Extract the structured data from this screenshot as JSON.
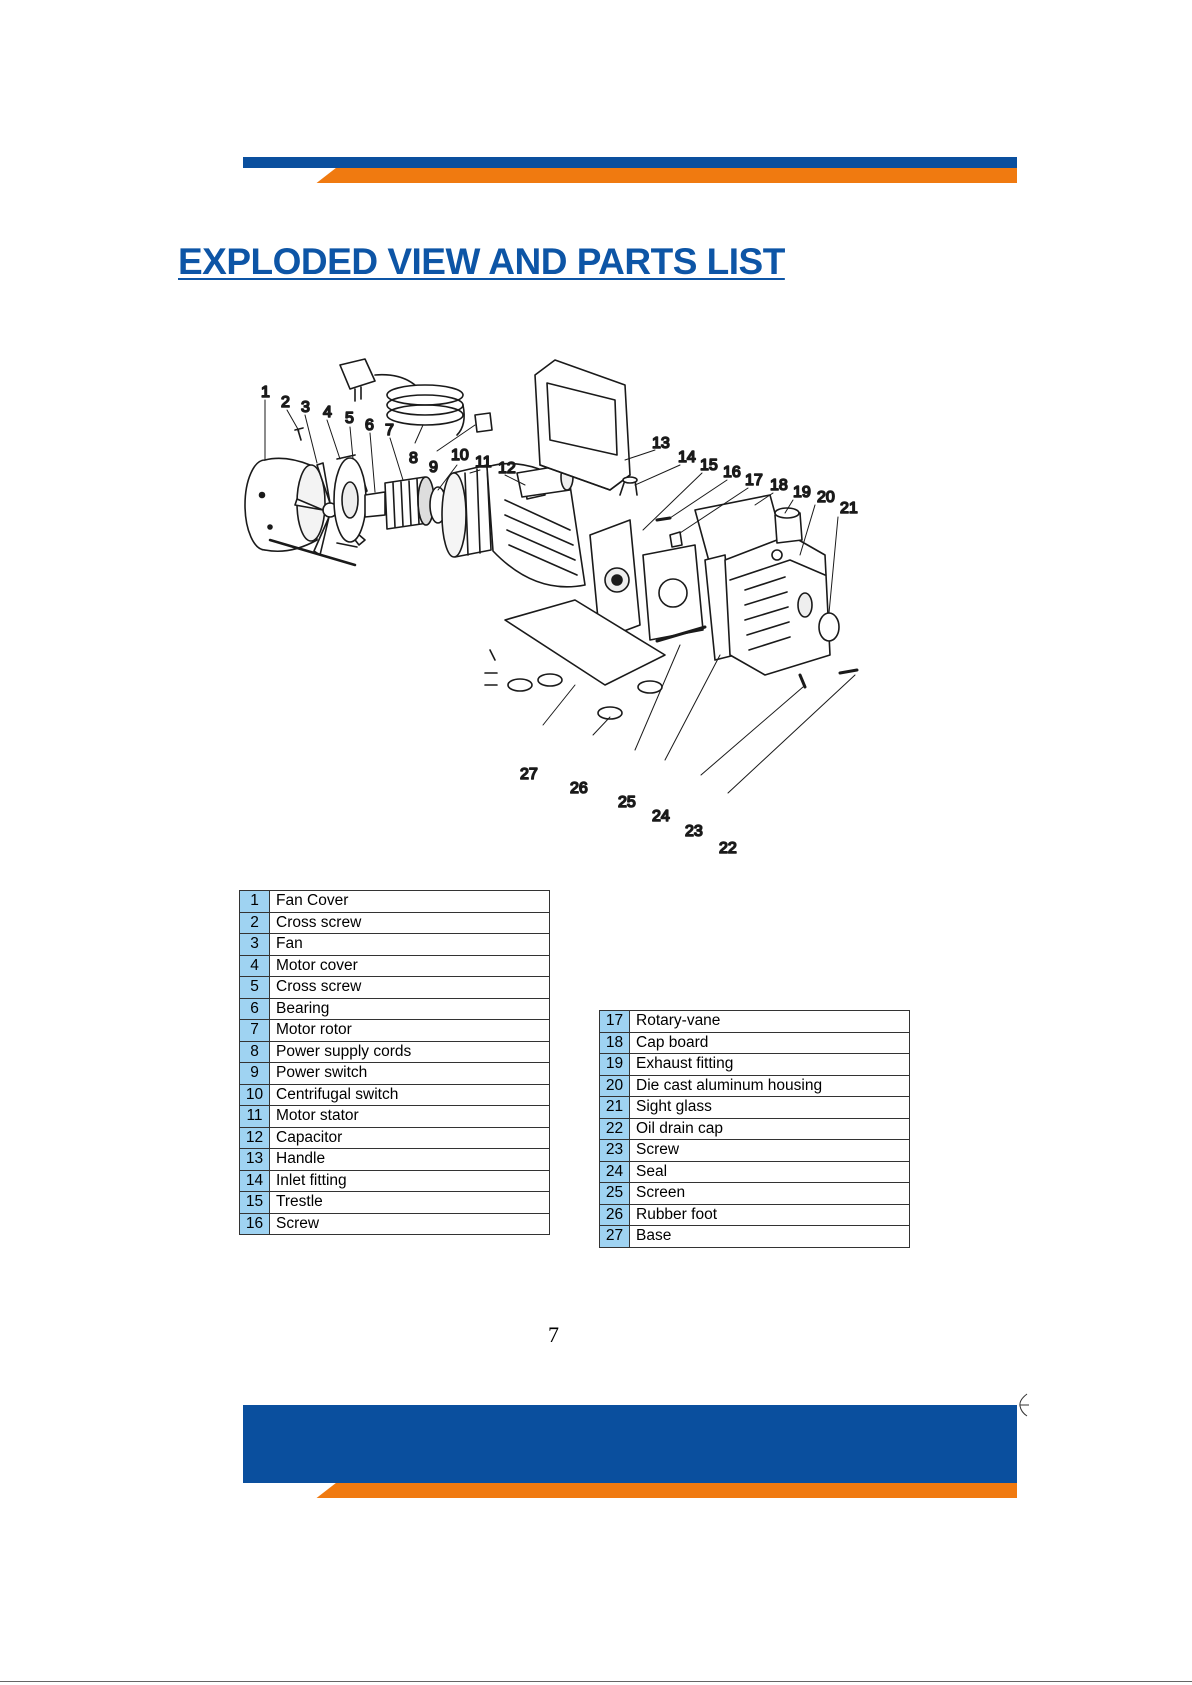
{
  "title": "EXPLODED VIEW AND PARTS LIST",
  "page_number": "7",
  "colors": {
    "brand_blue": "#0a4f9e",
    "brand_orange": "#f07a10",
    "title_blue": "#0d55a6",
    "table_number_fill": "#9fd3f2"
  },
  "callouts": [
    "1",
    "2",
    "3",
    "4",
    "5",
    "6",
    "7",
    "8",
    "9",
    "10",
    "11",
    "12",
    "13",
    "14",
    "15",
    "16",
    "17",
    "18",
    "19",
    "20",
    "21",
    "22",
    "23",
    "24",
    "25",
    "26",
    "27"
  ],
  "parts_left": [
    {
      "num": "1",
      "name": "Fan Cover"
    },
    {
      "num": "2",
      "name": "Cross screw"
    },
    {
      "num": "3",
      "name": "Fan"
    },
    {
      "num": "4",
      "name": "Motor cover"
    },
    {
      "num": "5",
      "name": "Cross screw"
    },
    {
      "num": "6",
      "name": "Bearing"
    },
    {
      "num": "7",
      "name": "Motor rotor"
    },
    {
      "num": "8",
      "name": "Power supply cords"
    },
    {
      "num": "9",
      "name": "Power switch"
    },
    {
      "num": "10",
      "name": "Centrifugal switch"
    },
    {
      "num": "11",
      "name": "Motor stator"
    },
    {
      "num": "12",
      "name": "Capacitor"
    },
    {
      "num": "13",
      "name": "Handle"
    },
    {
      "num": "14",
      "name": "Inlet fitting"
    },
    {
      "num": "15",
      "name": "Trestle"
    },
    {
      "num": "16",
      "name": "Screw"
    }
  ],
  "parts_right": [
    {
      "num": "17",
      "name": "Rotary-vane"
    },
    {
      "num": "18",
      "name": "Cap board"
    },
    {
      "num": "19",
      "name": "Exhaust fitting"
    },
    {
      "num": "20",
      "name": "Die cast aluminum housing"
    },
    {
      "num": "21",
      "name": "Sight glass"
    },
    {
      "num": "22",
      "name": "Oil drain cap"
    },
    {
      "num": "23",
      "name": "Screw"
    },
    {
      "num": "24",
      "name": "Seal"
    },
    {
      "num": "25",
      "name": "Screen"
    },
    {
      "num": "26",
      "name": "Rubber foot"
    },
    {
      "num": "27",
      "name": "Base"
    }
  ]
}
